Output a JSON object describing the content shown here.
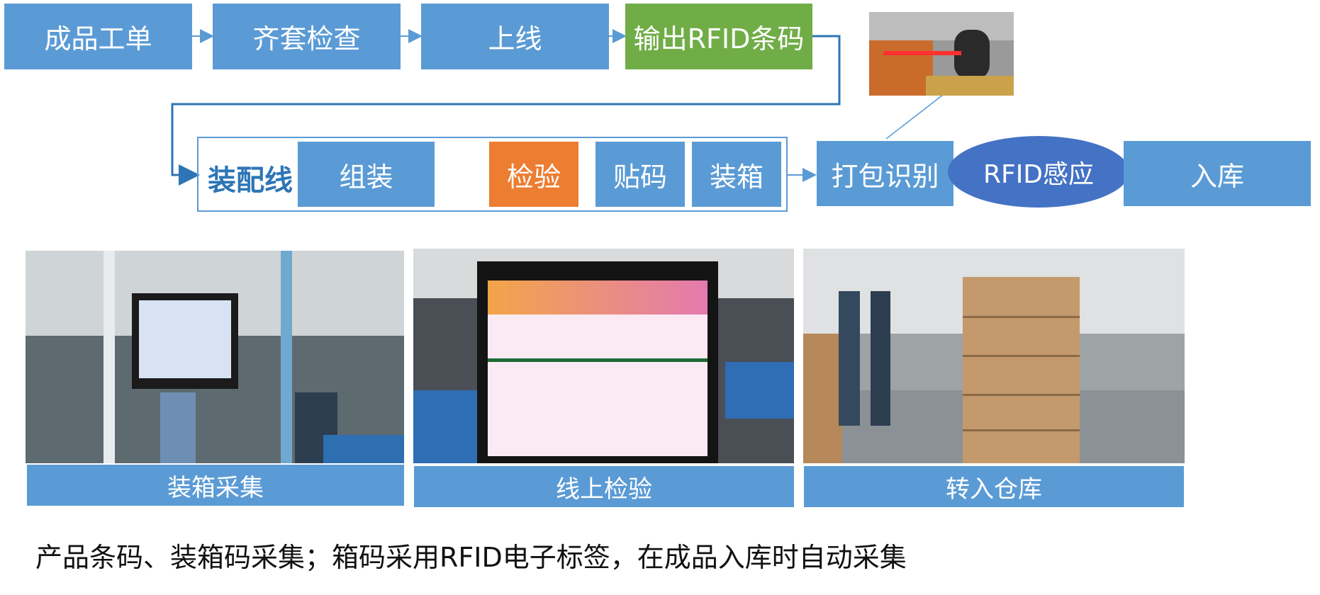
{
  "top_flow": [
    "成品工单",
    "齐套检查",
    "上线",
    "输出RFID条码"
  ],
  "assembly_line": {
    "label": "装配线",
    "steps": [
      "组装",
      "检验",
      "贴码",
      "装箱"
    ]
  },
  "after_line": {
    "pack_identify": "打包识别",
    "rfid_sense": "RFID感应",
    "warehouse_in": "入库"
  },
  "photo_captions": [
    "装箱采集",
    "线上检验",
    "转入仓库"
  ],
  "note": "产品条码、装箱码采集；箱码采用RFID电子标签，在成品入库时自动采集",
  "colors": {
    "process_blue": "#5b9bd5",
    "rfid_green": "#70ad47",
    "inspect_orange": "#ed7d31",
    "ellipse_blue": "#4472c4"
  }
}
